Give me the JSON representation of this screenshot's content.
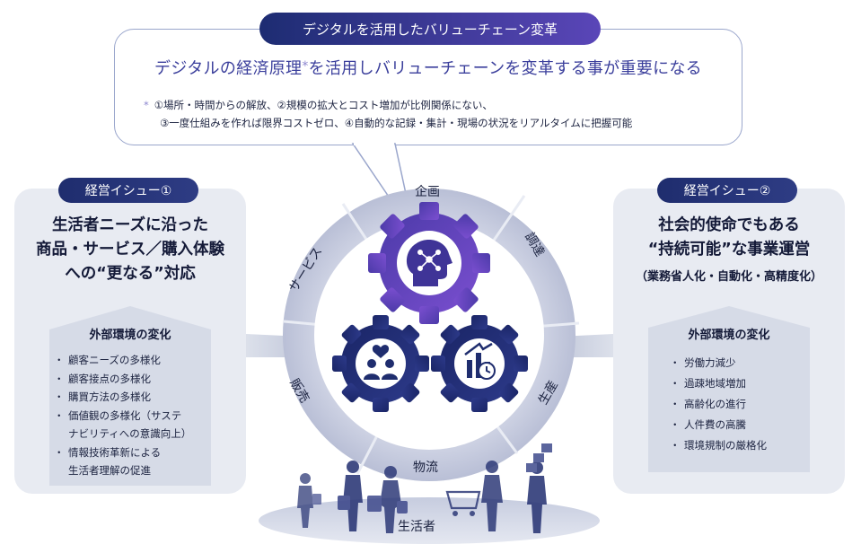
{
  "top": {
    "tab": "デジタルを活用したバリューチェーン変革",
    "headline_pre": "デジタルの経済原理",
    "headline_ast": "*",
    "headline_post": "を活用しバリューチェーンを変革する事が重要になる",
    "note_ast": "*",
    "note_line1": "①場所・時間からの解放、②規模の拡大とコスト増加が比例関係にない、",
    "note_line2": "③一度仕組みを作れば限界コストゼロ、④自動的な記録・集計・現場の状況をリアルタイムに把握可能"
  },
  "left": {
    "tab": "経営イシュー①",
    "title": [
      "生活者ニーズに沿った",
      "商品・サービス／購入体験",
      "への“更なる”対応"
    ],
    "env_title": "外部環境の変化",
    "bullets": [
      "顧客ニーズの多様化",
      "顧客接点の多様化",
      "購買方法の多様化",
      "価値観の多様化（サステ\nナビリティへの意識向上）",
      "情報技術革新による\n生活者理解の促進"
    ]
  },
  "right": {
    "tab": "経営イシュー②",
    "title": [
      "社会的使命でもある",
      "“持続可能”な事業運営"
    ],
    "subtitle": "（業務省人化・自動化・高精度化）",
    "env_title": "外部環境の変化",
    "bullets": [
      "労働力減少",
      "過疎地域増加",
      "高齢化の進行",
      "人件費の高騰",
      "環境規制の厳格化"
    ]
  },
  "ring": {
    "planning": "企画",
    "procurement": "調達",
    "production": "生産",
    "logistics": "物流",
    "sales": "販売",
    "service": "サービス"
  },
  "consumer": "生活者",
  "colors": {
    "navy": "#1f2d6e",
    "purple": "#5a46b8",
    "panel": "#e8ebf2",
    "ring": "#c9cee0"
  }
}
